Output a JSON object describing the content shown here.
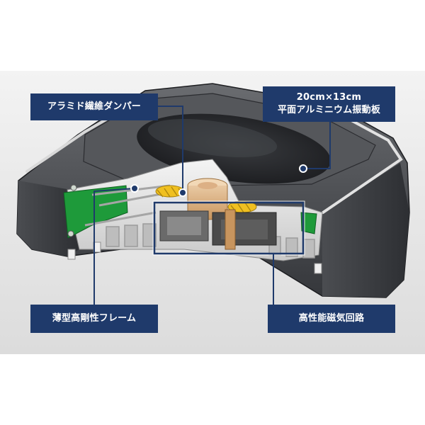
{
  "labels": {
    "damper": "アラミド繊維ダンパー",
    "diaphragm_line1": "20cm×13cm",
    "diaphragm_line2": "平面アルミニウム振動板",
    "frame": "薄型高剛性フレーム",
    "magnetic_circuit": "高性能磁気回路"
  },
  "colors": {
    "label_background": "#1f3a6b",
    "label_text": "#ffffff",
    "callout_line": "#1f3a6b",
    "frame_green": "#1e9a3a",
    "coil_yellow": "#f0c020"
  }
}
